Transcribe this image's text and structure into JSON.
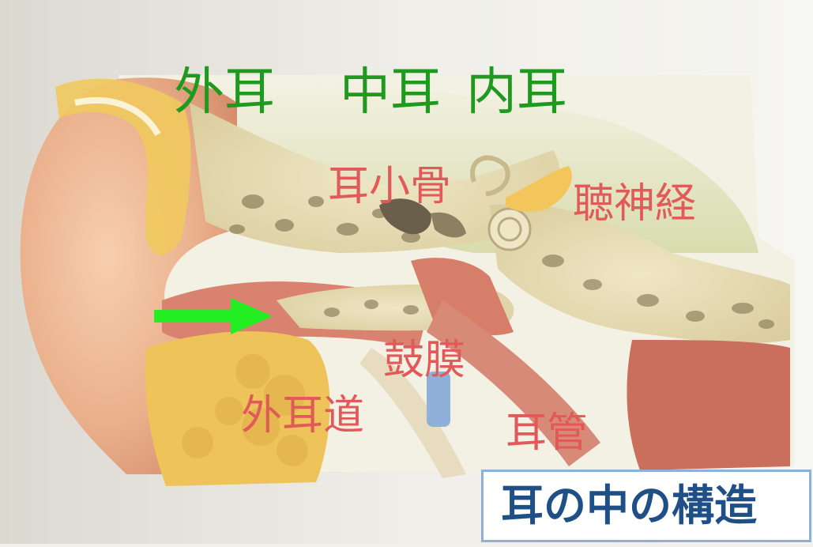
{
  "labels": {
    "outer_ear": "外耳",
    "middle_ear": "中耳",
    "inner_ear": "内耳",
    "ossicles": "耳小骨",
    "auditory_nerve": "聴神経",
    "eardrum": "鼓膜",
    "ear_canal": "外耳道",
    "eustachian_tube": "耳管"
  },
  "title": "耳の中の構造",
  "colors": {
    "region_label": "#1f9a1f",
    "part_label": "#e05a5a",
    "arrow": "#22ee22",
    "title_text": "#1f4f87",
    "title_border": "#8fb0d8"
  },
  "icons": {
    "arrow": "right-arrow-icon"
  }
}
